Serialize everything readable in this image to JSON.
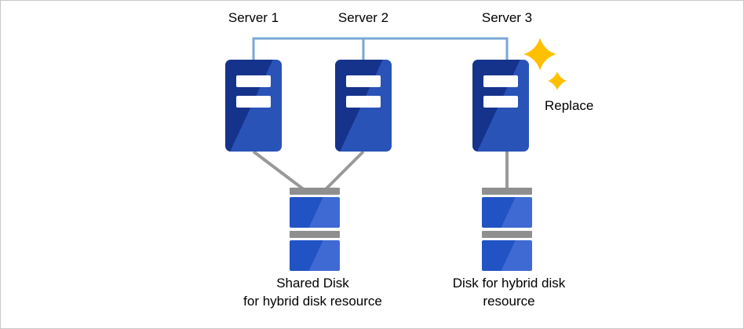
{
  "diagram": {
    "servers": [
      {
        "label": "Server 1"
      },
      {
        "label": "Server 2"
      },
      {
        "label": "Server 3"
      }
    ],
    "replace_label": "Replace",
    "shared_disk_caption": {
      "line1": "Shared Disk",
      "line2": "for hybrid disk resource"
    },
    "single_disk_caption": {
      "line1": "Disk for hybrid disk",
      "line2": "resource"
    },
    "colors": {
      "server_blue": "#16338c",
      "server_blue_light": "#2a53b8",
      "disk_blue": "#2153c5",
      "disk_blue_light": "#3f6ad4",
      "connector_blue": "#7aa7d6",
      "line_gray": "#999999",
      "disk_cap_gray": "#8f8f8f",
      "sparkle_yellow": "#ffc000"
    }
  }
}
